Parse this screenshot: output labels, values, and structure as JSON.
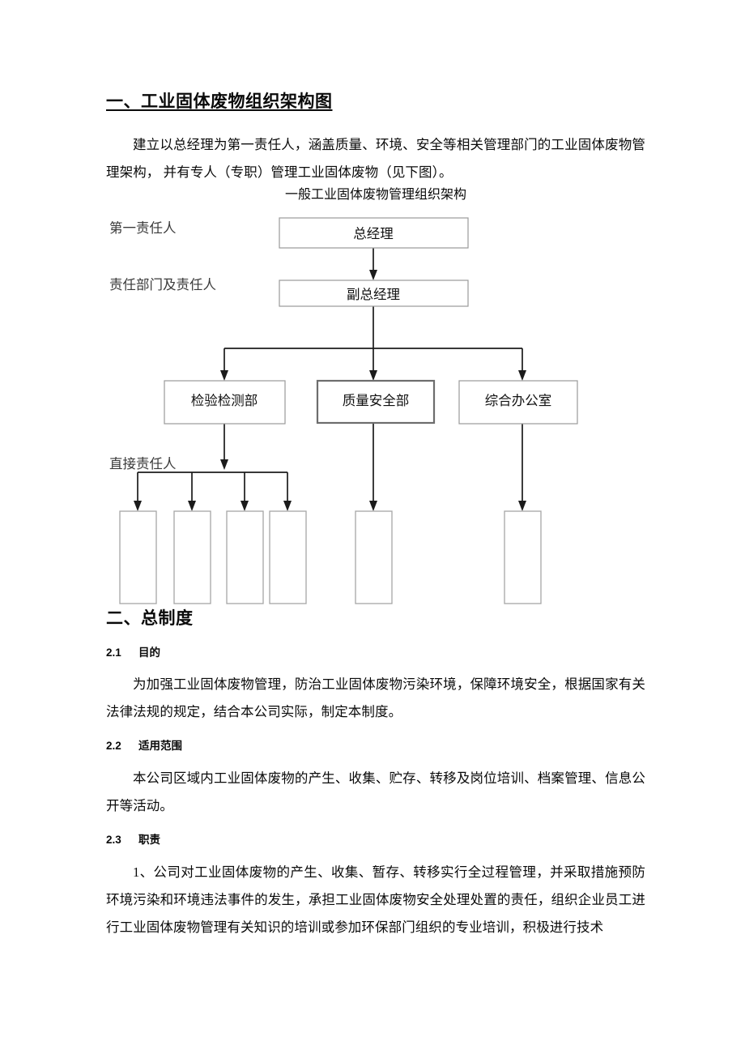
{
  "document": {
    "section1": {
      "heading": "一、工业固体废物组织架构图",
      "para1": "建立以总经理为第一责任人，涵盖质量、环境、安全等相关管理部门的工业固体废物管理架构，    并有专人（专职）管理工业固体废物（见下图）。",
      "diagram_caption": "一般工业固体废物管理组织架构"
    },
    "org_chart": {
      "row_labels": [
        {
          "text": "第一责任人"
        },
        {
          "text": "责任部门及责任人"
        },
        {
          "text": "直接责任人"
        }
      ],
      "nodes": [
        {
          "id": "gm",
          "text": "总经理"
        },
        {
          "id": "deputy_gm",
          "text": "副总经理"
        },
        {
          "id": "inspection",
          "text": "检验检测部"
        },
        {
          "id": "quality_safety",
          "text": "质量安全部"
        },
        {
          "id": "general_office",
          "text": "综合办公室"
        }
      ],
      "leaf_nodes": [
        {
          "id": "leaf-1",
          "text": ""
        },
        {
          "id": "leaf-2",
          "text": ""
        },
        {
          "id": "leaf-3",
          "text": ""
        },
        {
          "id": "leaf-4",
          "text": ""
        },
        {
          "id": "leaf-5",
          "text": ""
        },
        {
          "id": "leaf-6",
          "text": ""
        }
      ]
    },
    "section2": {
      "heading": "二、总制度",
      "subsections": [
        {
          "num": "2.1",
          "title": "目的",
          "body": "为加强工业固体废物管理，防治工业固体废物污染环境，保障环境安全，根据国家有关法律法规的规定，结合本公司实际，制定本制度。"
        },
        {
          "num": "2.2",
          "title": "适用范围",
          "body": "本公司区域内工业固体废物的产生、收集、贮存、转移及岗位培训、档案管理、信息公开等活动。"
        },
        {
          "num": "2.3",
          "title": "职责",
          "body": "1、公司对工业固体废物的产生、收集、暂存、转移实行全过程管理，并采取措施预防环境污染和环境违法事件的发生，承担工业固体废物安全处理处置的责任，组织企业员工进行工业固体废物管理有关知识的培训或参加环保部门组织的专业培训，积极进行技术"
        }
      ]
    }
  }
}
